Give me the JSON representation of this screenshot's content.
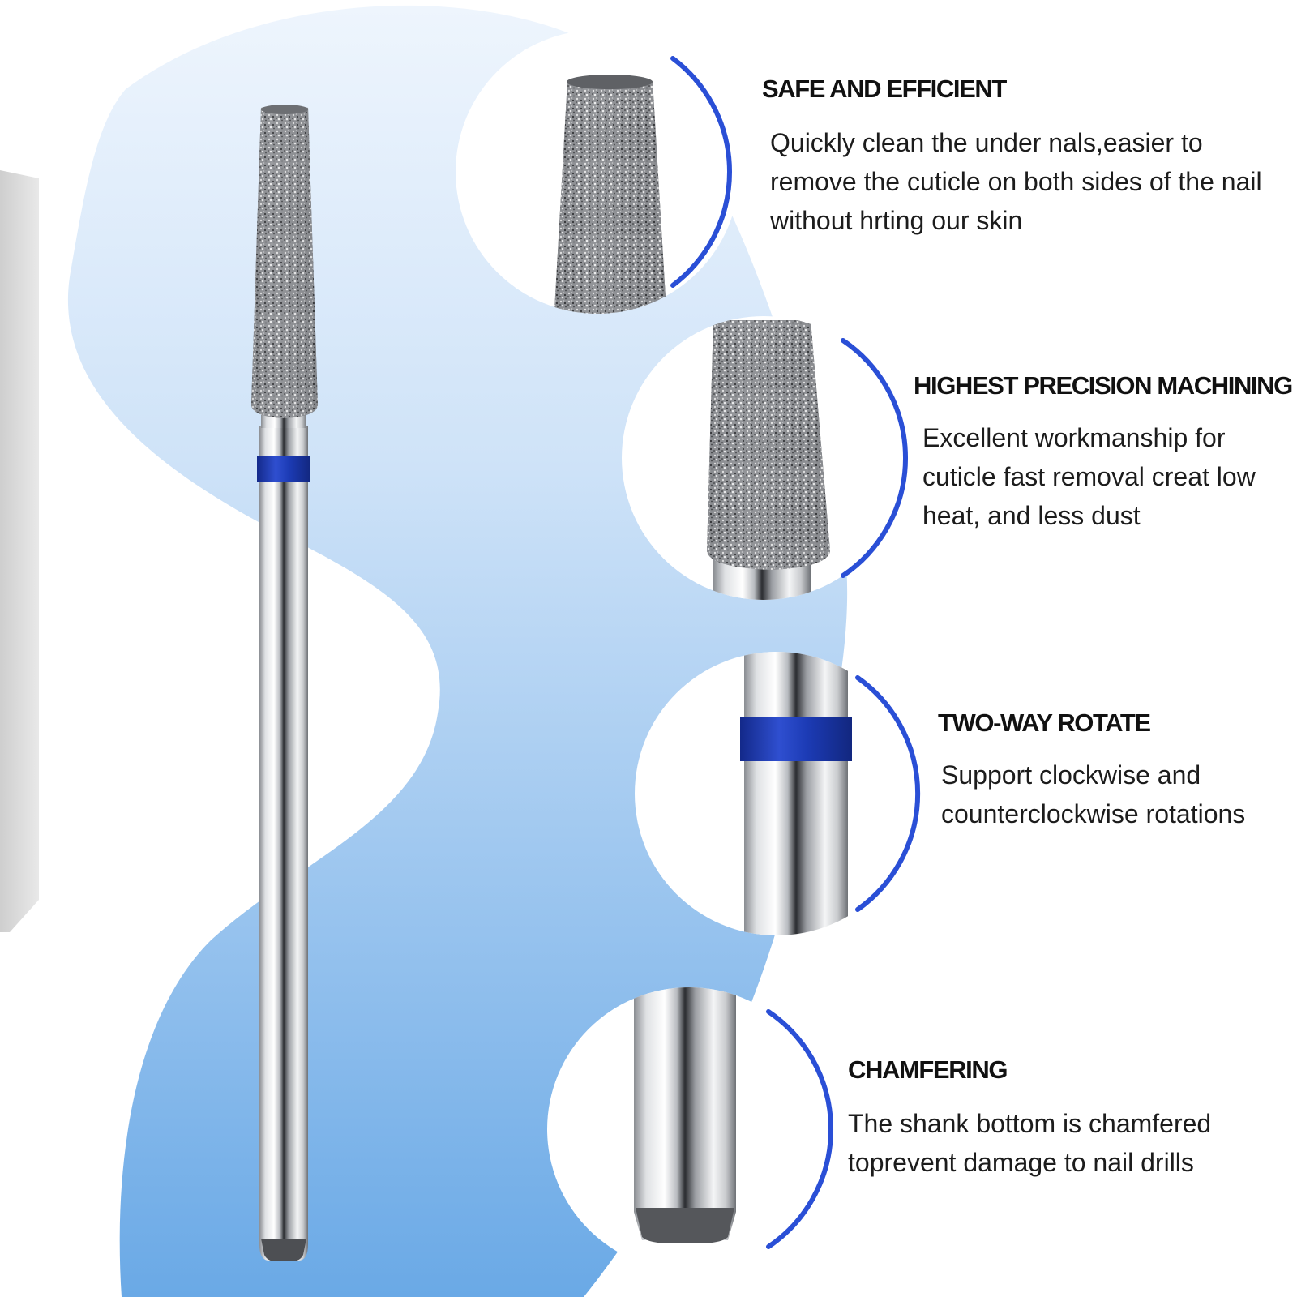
{
  "colors": {
    "accent": "#2a4fd6",
    "band": "#1f3faa",
    "background_gradient_top": "#e6f1fc",
    "background_gradient_bottom": "#6faee8"
  },
  "icons": {
    "product": "nail-drill-bit",
    "zooms": [
      "bit-head-top-zoom",
      "bit-head-base-zoom",
      "blue-band-zoom",
      "chamfered-end-zoom"
    ]
  },
  "features": [
    {
      "title": "SAFE AND EFFICIENT",
      "body": "Quickly clean the under nals,easier to\nremove the cuticle on both sides of the nail\nwithout hrting our skin"
    },
    {
      "title": "HIGHEST PRECISION MACHINING",
      "body": "Excellent workmanship for\ncuticle fast removal creat low\nheat, and less dust"
    },
    {
      "title": "TWO-WAY ROTATE",
      "body": "Support clockwise and\ncounterclockwise rotations"
    },
    {
      "title": "CHAMFERING",
      "body": "The shank bottom is chamfered\ntoprevent damage to nail drills"
    }
  ]
}
